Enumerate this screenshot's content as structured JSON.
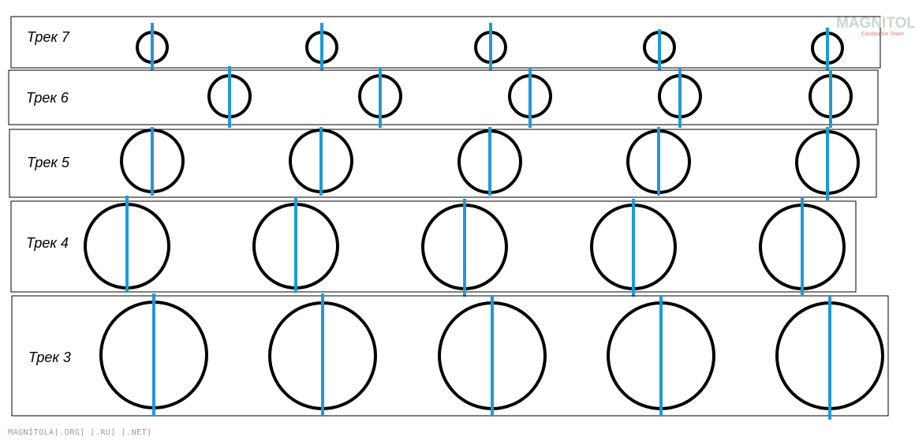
{
  "colors": {
    "frame": "#000000",
    "circle": "#000000",
    "bar": "#1e9ad6"
  },
  "tracks": [
    {
      "label": "Трек 7"
    },
    {
      "label": "Трек 6"
    },
    {
      "label": "Трек 5"
    },
    {
      "label": "Трек 4"
    },
    {
      "label": "Трек 3"
    }
  ],
  "watermark": {
    "logo": "MAGNITOLA",
    "logo_sub": "Cardaudio Team",
    "footer": "MAGNITOLA[.ORG] [.RU] [.NET]"
  }
}
